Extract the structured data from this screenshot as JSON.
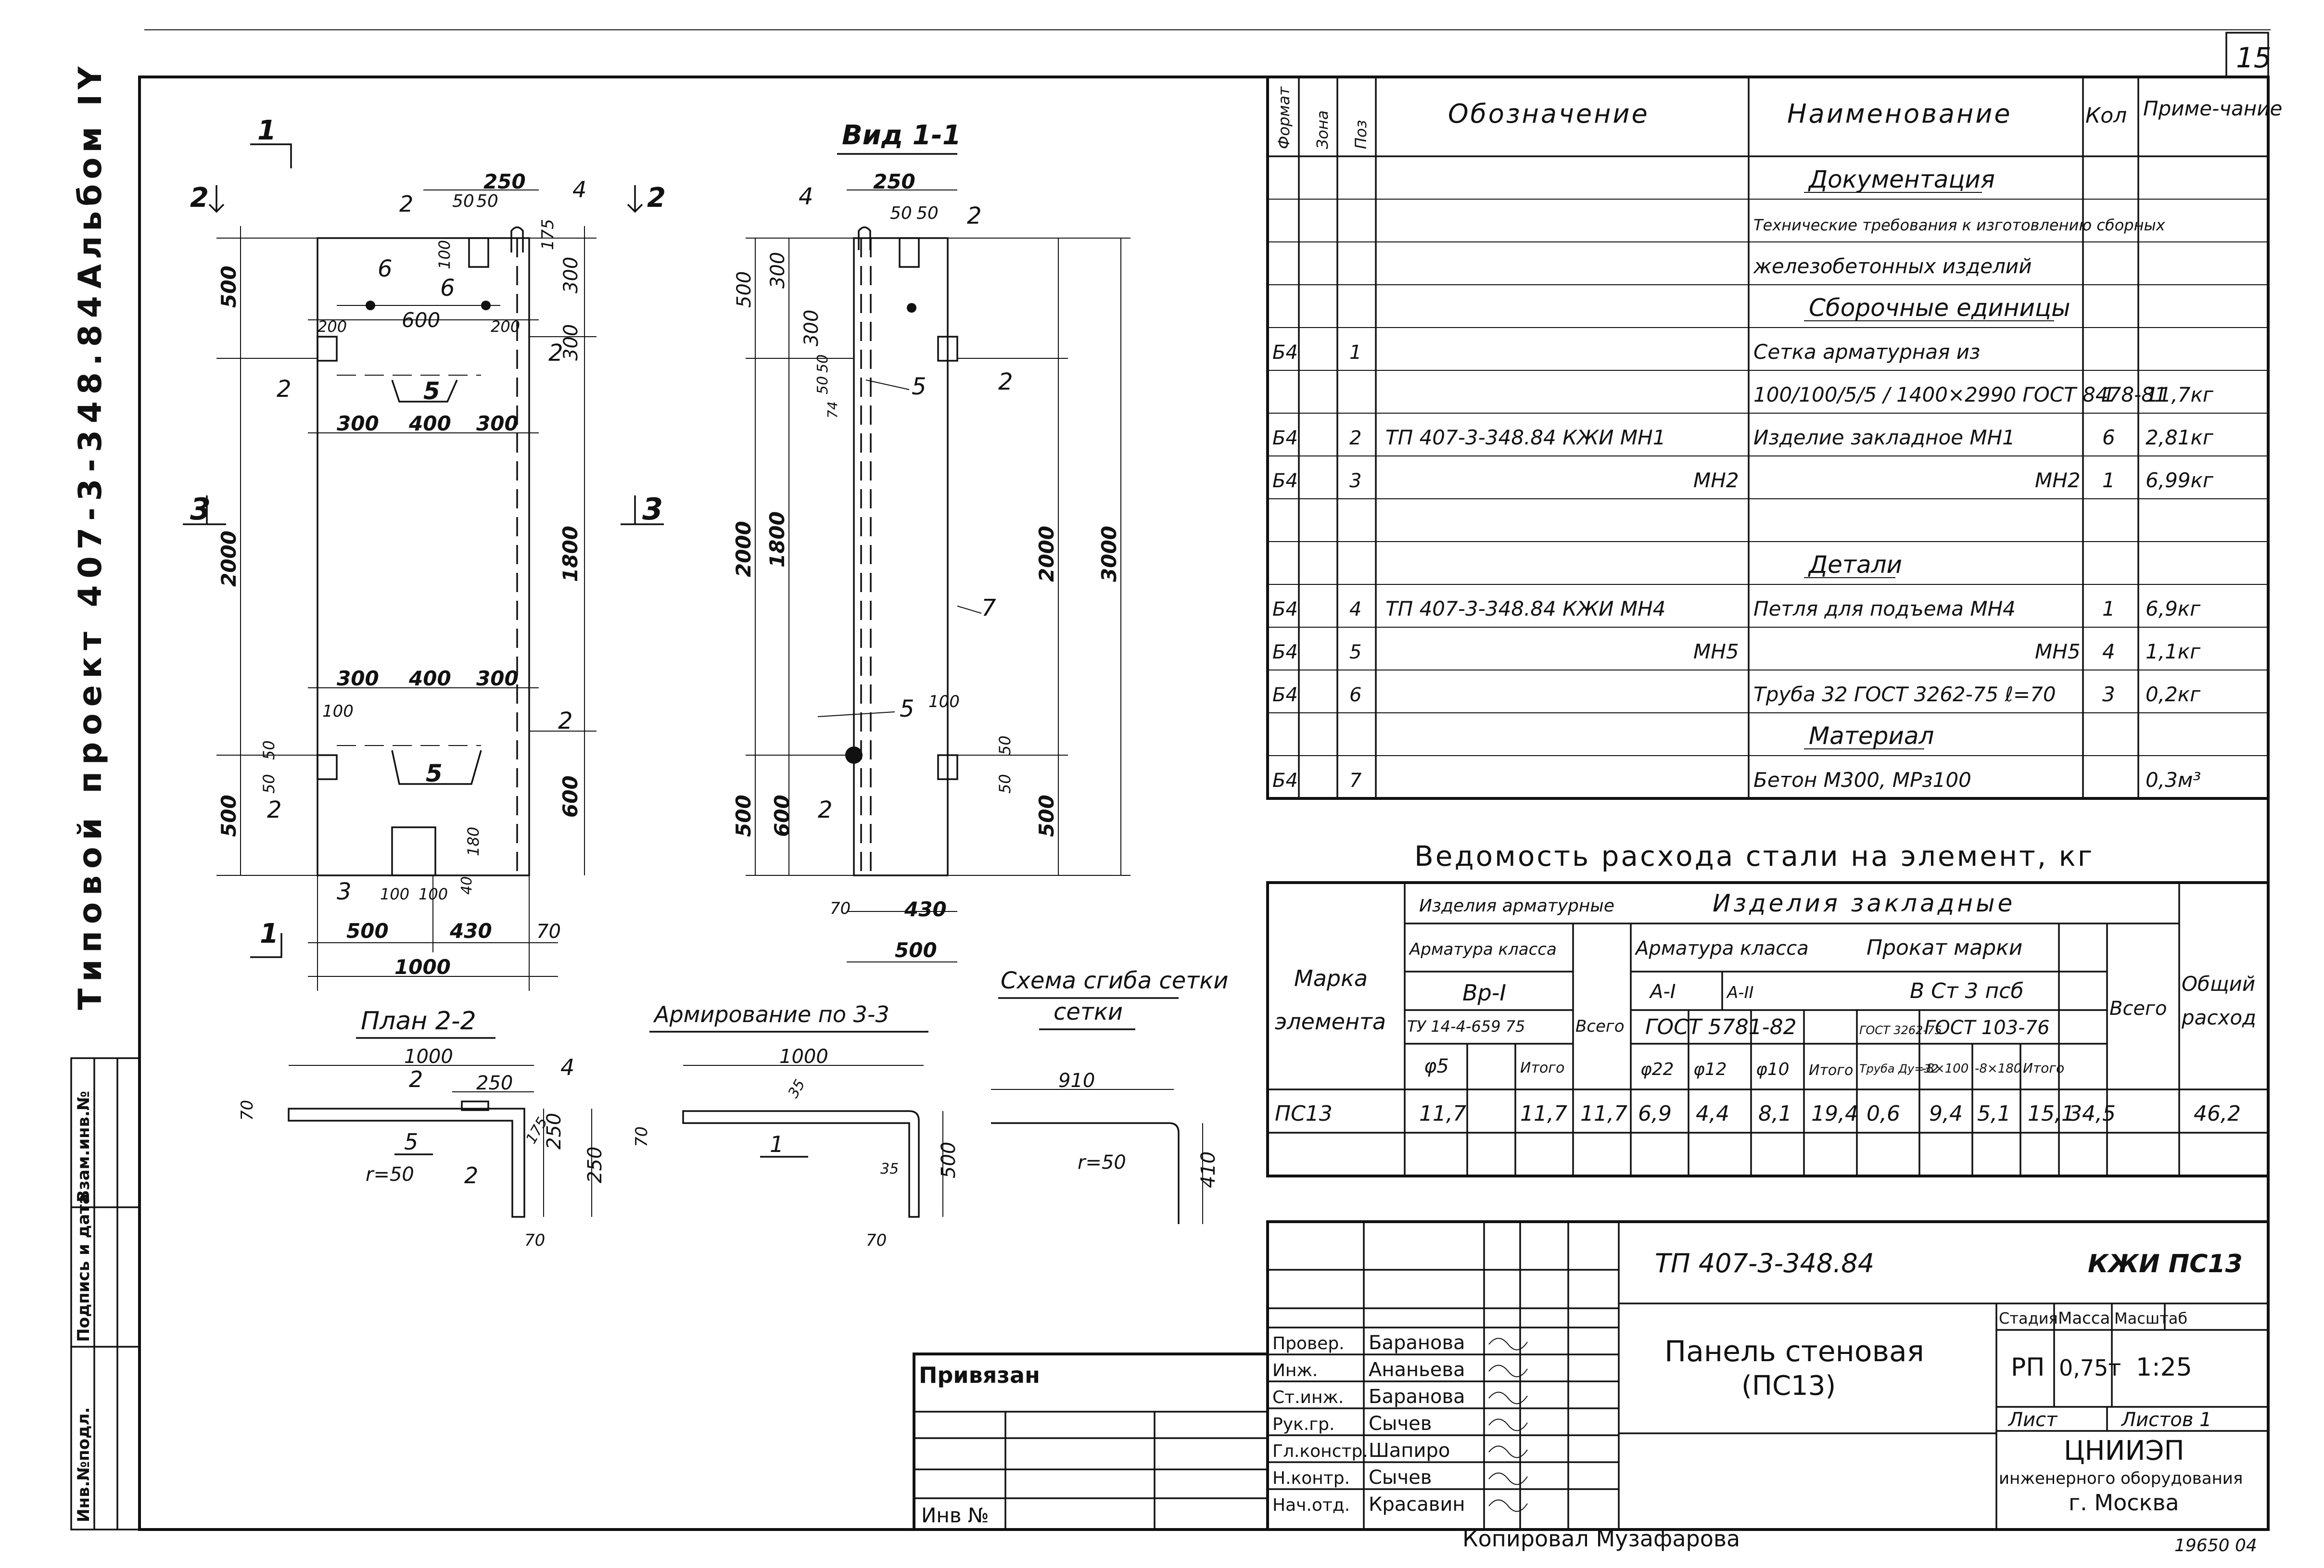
{
  "sheet_number": "15",
  "side_label": {
    "project": "Типовой проект 407-3-348.84",
    "album": "Альбом IY"
  },
  "side_columns": [
    "Инв.№подл.",
    "Подпись и дата",
    "Взам.инв.№"
  ],
  "views": {
    "front": {
      "section_marks": [
        "1",
        "1",
        "2",
        "2",
        "3",
        "3"
      ],
      "dims": [
        "250",
        "50",
        "50",
        "175",
        "100",
        "500",
        "300",
        "300",
        "200",
        "600",
        "200",
        "300",
        "400",
        "300",
        "2000",
        "1800",
        "300",
        "400",
        "300",
        "100",
        "50",
        "50",
        "500",
        "600",
        "180",
        "40",
        "100",
        "100",
        "500",
        "430",
        "70",
        "1000"
      ],
      "callouts": [
        "2",
        "4",
        "6",
        "6",
        "2",
        "2",
        "5",
        "5",
        "2",
        "3",
        "2"
      ]
    },
    "side": {
      "title": "Вид 1-1",
      "dims": [
        "250",
        "50",
        "50",
        "500",
        "300",
        "300",
        "50",
        "50",
        "74",
        "2000",
        "1800",
        "2000",
        "3000",
        "100",
        "50",
        "50",
        "500",
        "600",
        "500",
        "70",
        "430",
        "500"
      ],
      "callouts": [
        "4",
        "2",
        "5",
        "2",
        "5",
        "2",
        "7"
      ]
    },
    "plan": {
      "title": "План 2-2",
      "dims": [
        "1000",
        "250",
        "70",
        "175",
        "250",
        "70",
        "r=50"
      ],
      "callouts": [
        "2",
        "4",
        "5",
        "2"
      ]
    },
    "reinf": {
      "title": "Армирование по 3-3",
      "dims": [
        "1000",
        "35",
        "70",
        "500",
        "70",
        "35"
      ],
      "callouts": [
        "1"
      ]
    },
    "bend": {
      "title": "Схема сгиба сетки",
      "dims": [
        "910",
        "r=50",
        "410"
      ]
    }
  },
  "spec": {
    "headers": [
      "Формат",
      "Зона",
      "Поз",
      "Обозначение",
      "Наименование",
      "Кол",
      "Приме-чание"
    ],
    "rows": [
      {
        "format": "",
        "pos": "",
        "designation": "",
        "name": "Документация",
        "qty": "",
        "note": "",
        "section": true
      },
      {
        "format": "",
        "pos": "",
        "designation": "",
        "name": "Технические требования к изготовлению сборных",
        "qty": "",
        "note": ""
      },
      {
        "format": "",
        "pos": "",
        "designation": "",
        "name": "железобетонных изделий",
        "qty": "",
        "note": ""
      },
      {
        "format": "",
        "pos": "",
        "designation": "",
        "name": "Сборочные единицы",
        "qty": "",
        "note": "",
        "section": true
      },
      {
        "format": "Б4",
        "pos": "1",
        "designation": "",
        "name": "Сетка арматурная из",
        "qty": "",
        "note": ""
      },
      {
        "format": "",
        "pos": "",
        "designation": "",
        "name": "100/100/5/5 / 1400×2990  ГОСТ 8478-81",
        "qty": "1",
        "note": "11,7кг"
      },
      {
        "format": "Б4",
        "pos": "2",
        "designation": "ТП 407-3-348.84  КЖИ МН1",
        "name": "Изделие закладное МН1",
        "qty": "6",
        "note": "2,81кг"
      },
      {
        "format": "Б4",
        "pos": "3",
        "designation": "МН2",
        "name": "МН2",
        "qty": "1",
        "note": "6,99кг"
      },
      {
        "format": "",
        "pos": "",
        "designation": "",
        "name": "",
        "qty": "",
        "note": ""
      },
      {
        "format": "",
        "pos": "",
        "designation": "",
        "name": "Детали",
        "qty": "",
        "note": "",
        "section": true
      },
      {
        "format": "Б4",
        "pos": "4",
        "designation": "ТП 407-3-348.84  КЖИ МН4",
        "name": "Петля для подъема МН4",
        "qty": "1",
        "note": "6,9кг"
      },
      {
        "format": "Б4",
        "pos": "5",
        "designation": "МН5",
        "name": "МН5",
        "qty": "4",
        "note": "1,1кг"
      },
      {
        "format": "Б4",
        "pos": "6",
        "designation": "",
        "name": "Труба 32 ГОСТ 3262-75 ℓ=70",
        "qty": "3",
        "note": "0,2кг"
      },
      {
        "format": "",
        "pos": "",
        "designation": "",
        "name": "Материал",
        "qty": "",
        "note": "",
        "section": true
      },
      {
        "format": "Б4",
        "pos": "7",
        "designation": "",
        "name": "Бетон М300, МРз100",
        "qty": "",
        "note": "0,3м³"
      }
    ]
  },
  "steel": {
    "title": "Ведомость расхода стали на элемент, кг",
    "h_mark": "Марка элемента",
    "h_reinf": "Изделия арматурные",
    "h_reinf_class": "Арматура класса",
    "h_vr": "Вр-I",
    "h_tu": "ТУ 14-4-659 75",
    "h_d5": "φ5",
    "h_itogo": "Итого",
    "h_total": "Всего",
    "h_embed": "Изделия закладные",
    "h_arm_class": "Арматура класса",
    "h_a1": "A-I",
    "h_a2": "A-II",
    "h_gost5781": "ГОСТ 5781-82",
    "h_d22": "φ22",
    "h_d12": "φ12",
    "h_d10": "φ10",
    "h_prokat": "Прокат марки",
    "h_st3": "В Ст 3 псб",
    "h_gost3262": "ГОСТ 3262-75",
    "h_pipe": "Труба Ду=32",
    "h_gost103": "ГОСТ 103-76",
    "h_8x100": "-8×100",
    "h_8x180": "-8×180",
    "h_embed_total": "Всего",
    "h_overall": "Общий расход",
    "row": [
      "ПС13",
      "11,7",
      "",
      "11,7",
      "11,7",
      "6,9",
      "4,4",
      "8,1",
      "19,4",
      "0,6",
      "9,4",
      "5,1",
      "15,1",
      "34,5",
      "46,2"
    ]
  },
  "titleblock": {
    "code": "ТП 407-3-348.84",
    "mark": "КЖИ ПС13",
    "name_line1": "Панель стеновая",
    "name_line2": "(ПС13)",
    "h_stage": "Стадия",
    "h_mass": "Масса",
    "h_scale": "Масштаб",
    "stage": "РП",
    "mass": "0,75т",
    "scale": "1:25",
    "sheet": "Лист",
    "sheets": "Листов 1",
    "org1": "ЦНИИЭП",
    "org2": "инженерного оборудования",
    "org3": "г. Москва",
    "roles": [
      {
        "role": "Провер.",
        "name": "Баранова"
      },
      {
        "role": "Инж.",
        "name": "Ананьева"
      },
      {
        "role": "Ст.инж.",
        "name": "Баранова"
      },
      {
        "role": "Рук.гр.",
        "name": "Сычев"
      },
      {
        "role": "Гл.констр.",
        "name": "Шапиро"
      },
      {
        "role": "Н.контр.",
        "name": "Сычев"
      },
      {
        "role": "Нач.отд.",
        "name": "Красавин"
      }
    ],
    "bound": "Привязан",
    "inv": "Инв №"
  },
  "footer": {
    "copied": "Копировал  Музафарова",
    "code": "19650 04"
  }
}
